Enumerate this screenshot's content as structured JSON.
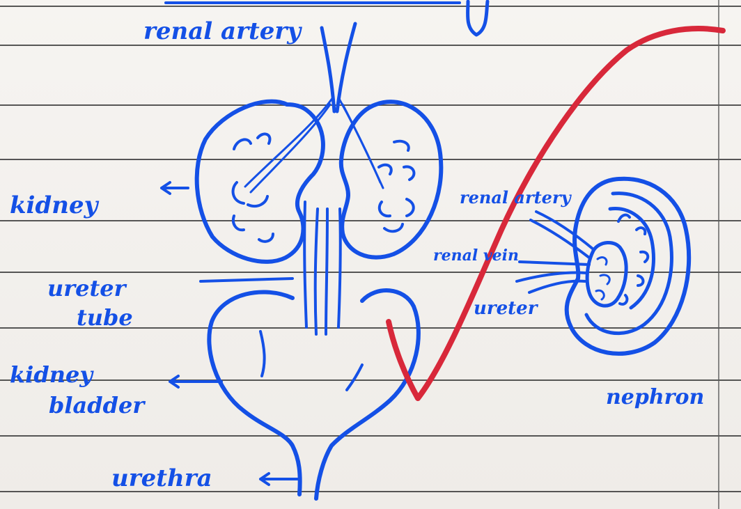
{
  "labels": {
    "renal_artery_top": "renal artery",
    "kidney": "kidney",
    "ureter_tube_line1": "ureter",
    "ureter_tube_line2": "tube",
    "kidney_bladder_line1": "kidney",
    "kidney_bladder_line2": "bladder",
    "urethra": "urethra",
    "renal_artery_right": "renal artery",
    "renal_vein": "renal vein",
    "ureter_right": "ureter",
    "nephron": "nephron"
  },
  "colors": {
    "ink": "#1450e6",
    "teacher_tick": "#d8283a",
    "paper": "#f3f1ee",
    "rule_line": "#3a3a3a"
  },
  "marks": {
    "teacher_tick": "check-mark"
  }
}
